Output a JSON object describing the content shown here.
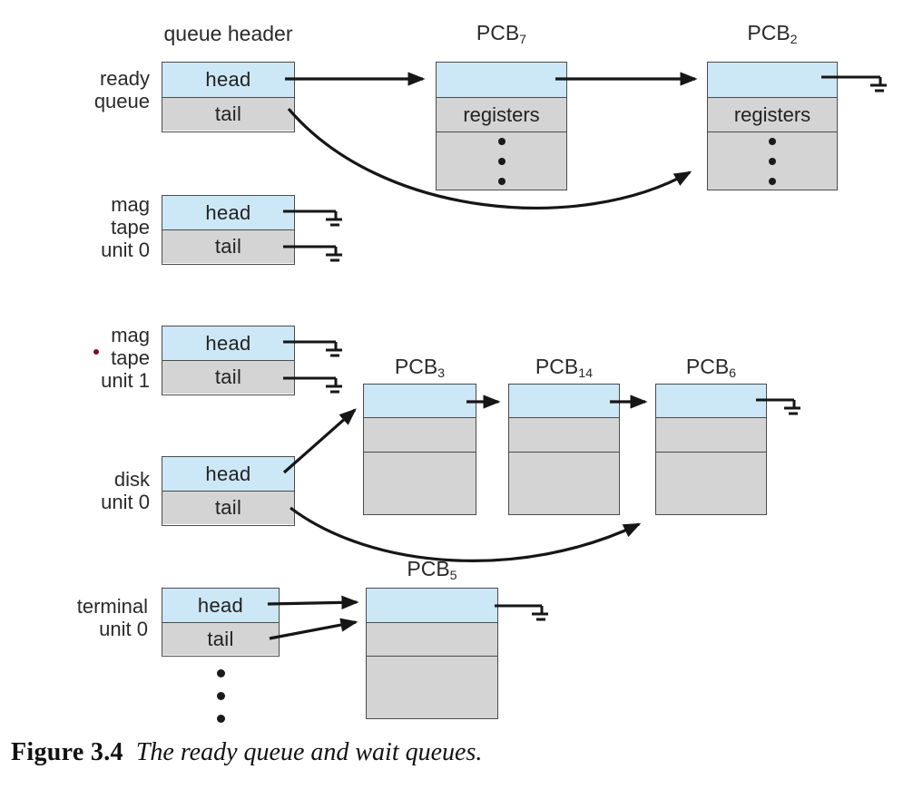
{
  "title_label": "queue header",
  "queues": {
    "ready": {
      "label_line1": "ready",
      "label_line2": "queue",
      "head": "head",
      "tail": "tail"
    },
    "magtape0": {
      "label_line1": "mag",
      "label_line2": "tape",
      "label_line3": "unit 0",
      "head": "head",
      "tail": "tail"
    },
    "magtape1": {
      "label_line1": "mag",
      "label_line2": "tape",
      "label_line3": "unit 1",
      "head": "head",
      "tail": "tail"
    },
    "disk0": {
      "label_line1": "disk",
      "label_line2": "unit 0",
      "head": "head",
      "tail": "tail"
    },
    "terminal0": {
      "label_line1": "terminal",
      "label_line2": "unit 0",
      "head": "head",
      "tail": "tail"
    }
  },
  "pcbs": {
    "pcb7": {
      "name": "PCB",
      "subscript": "7",
      "registers": "registers"
    },
    "pcb2": {
      "name": "PCB",
      "subscript": "2",
      "registers": "registers"
    },
    "pcb3": {
      "name": "PCB",
      "subscript": "3"
    },
    "pcb14": {
      "name": "PCB",
      "subscript": "14"
    },
    "pcb6": {
      "name": "PCB",
      "subscript": "6"
    },
    "pcb5": {
      "name": "PCB",
      "subscript": "5"
    }
  },
  "caption": {
    "figure_label": "Figure 3.4",
    "figure_title": "The ready queue and wait queues."
  },
  "colors": {
    "header_fill": "#cce7f5",
    "body_fill": "#d4d4d4",
    "box_border": "#4b4b4b",
    "arrow": "#161616",
    "stray_dot": "#7a0c2e"
  }
}
